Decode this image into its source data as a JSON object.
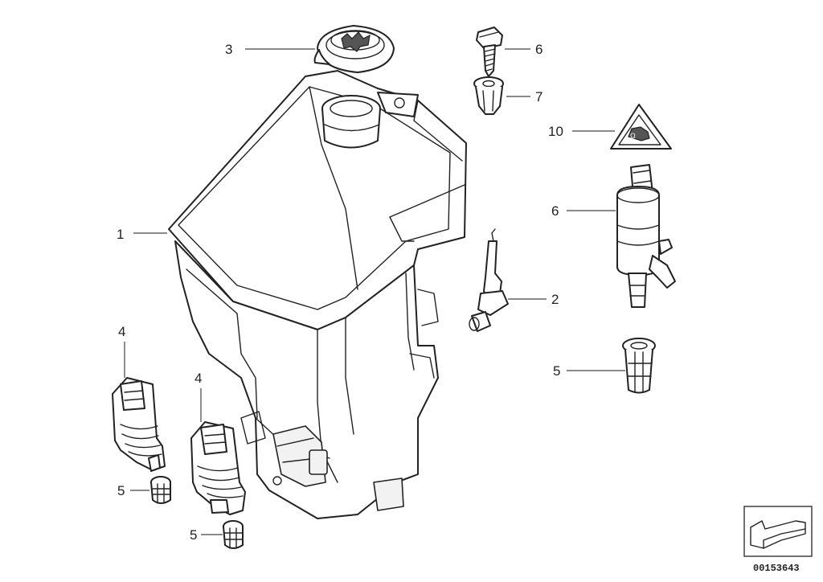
{
  "diagram": {
    "callouts": [
      {
        "id": "tank",
        "label": "1"
      },
      {
        "id": "level-sensor",
        "label": "2"
      },
      {
        "id": "filler-cap",
        "label": "3"
      },
      {
        "id": "pump-left",
        "label": "4"
      },
      {
        "id": "pump-center",
        "label": "4"
      },
      {
        "id": "strainer-left",
        "label": "5"
      },
      {
        "id": "strainer-bottom",
        "label": "5"
      },
      {
        "id": "strainer-right",
        "label": "5"
      },
      {
        "id": "screw",
        "label": "6"
      },
      {
        "id": "pump-right",
        "label": "6"
      },
      {
        "id": "expanding-nut",
        "label": "7"
      },
      {
        "id": "warning-label",
        "label": "10"
      }
    ],
    "reference_number": "00153643"
  }
}
